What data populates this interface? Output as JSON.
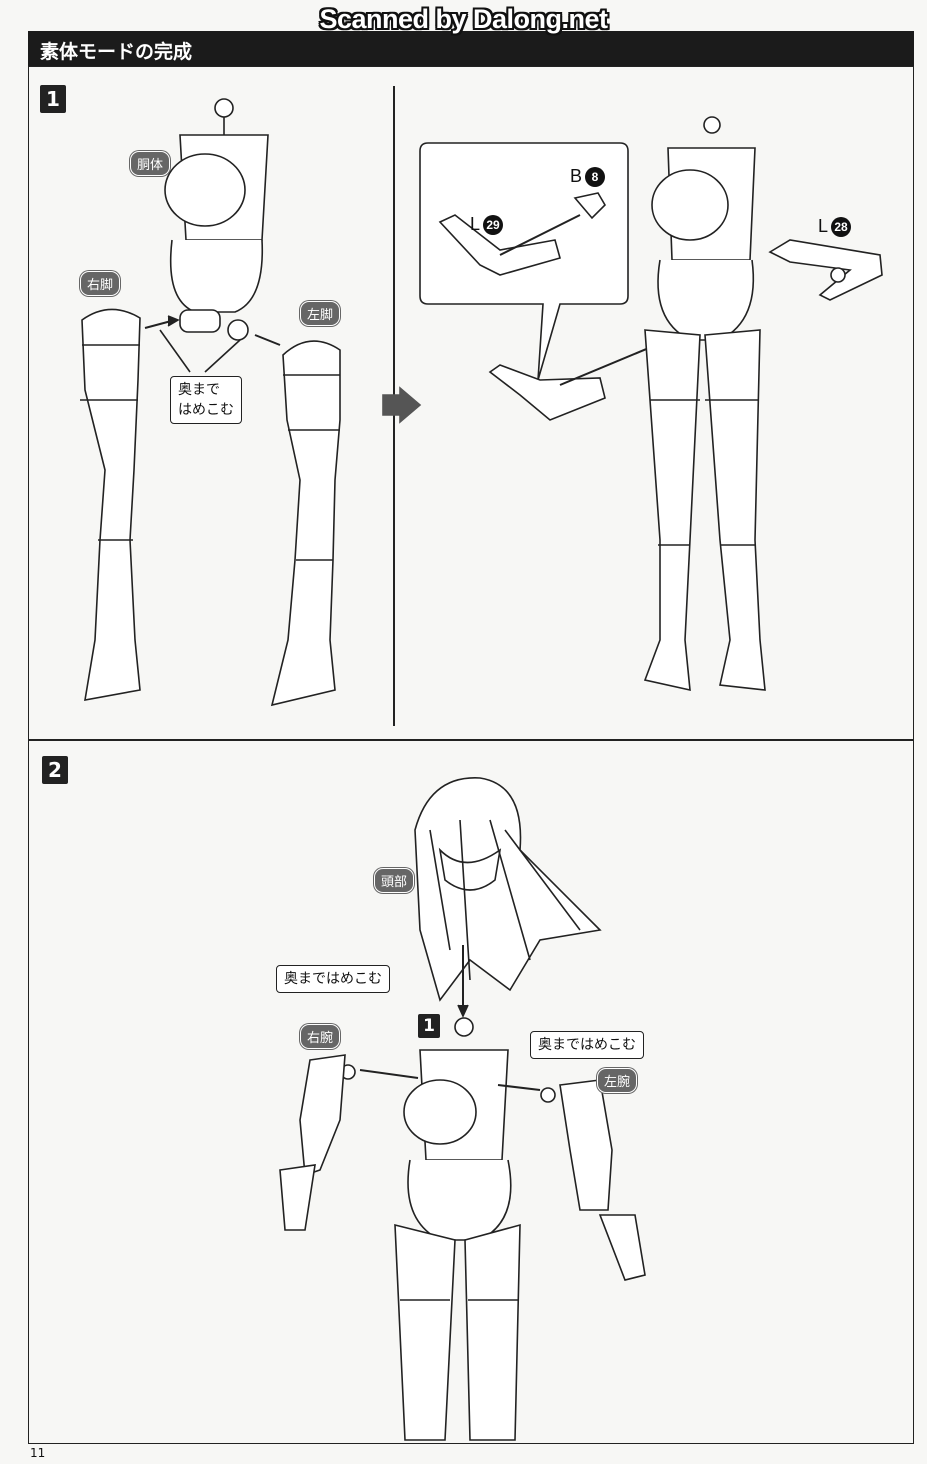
{
  "watermark": "Scanned by Dalong.net",
  "header": {
    "title": "素体モードの完成"
  },
  "step1": {
    "number": "1",
    "labels": {
      "torso": "胴体",
      "right_leg": "右脚",
      "left_leg": "左脚"
    },
    "callout": [
      "奥まで",
      "はめこむ"
    ],
    "parts": [
      {
        "runner": "B",
        "number": "8"
      },
      {
        "runner": "L",
        "number": "29"
      },
      {
        "runner": "L",
        "number": "28"
      }
    ]
  },
  "step2": {
    "number": "2",
    "labels": {
      "head": "頭部",
      "right_arm": "右腕",
      "left_arm": "左腕"
    },
    "callout_left": "奥まではめこむ",
    "callout_right": "奥まではめこむ",
    "ref_step": "1"
  },
  "page_number": "11"
}
